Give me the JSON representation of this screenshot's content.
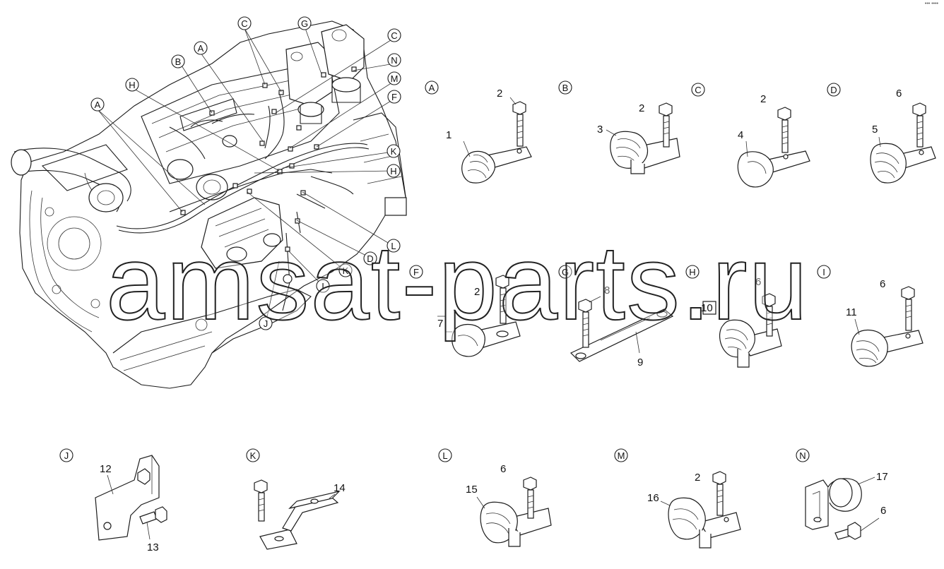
{
  "corner_mark": "••• ••••",
  "watermark": "amsat-parts.ru",
  "engine_callouts": [
    "A",
    "A",
    "B",
    "C",
    "C",
    "G",
    "N",
    "M",
    "F",
    "K",
    "H",
    "H",
    "L",
    "D",
    "K",
    "I",
    "J"
  ],
  "detail_labels": {
    "A": "A",
    "B": "B",
    "C": "C",
    "D": "D",
    "F": "F",
    "G": "G",
    "H": "H",
    "I": "I",
    "J": "J",
    "K": "K",
    "L": "L",
    "M": "M",
    "N": "N"
  },
  "part_numbers": {
    "p1": "1",
    "p2": "2",
    "p3": "3",
    "p4": "4",
    "p5": "5",
    "p6": "6",
    "p7": "7",
    "p8": "8",
    "p9": "9",
    "p10": "10",
    "p11": "11",
    "p12": "12",
    "p13": "13",
    "p14": "14",
    "p15": "15",
    "p16": "16",
    "p17": "17"
  }
}
